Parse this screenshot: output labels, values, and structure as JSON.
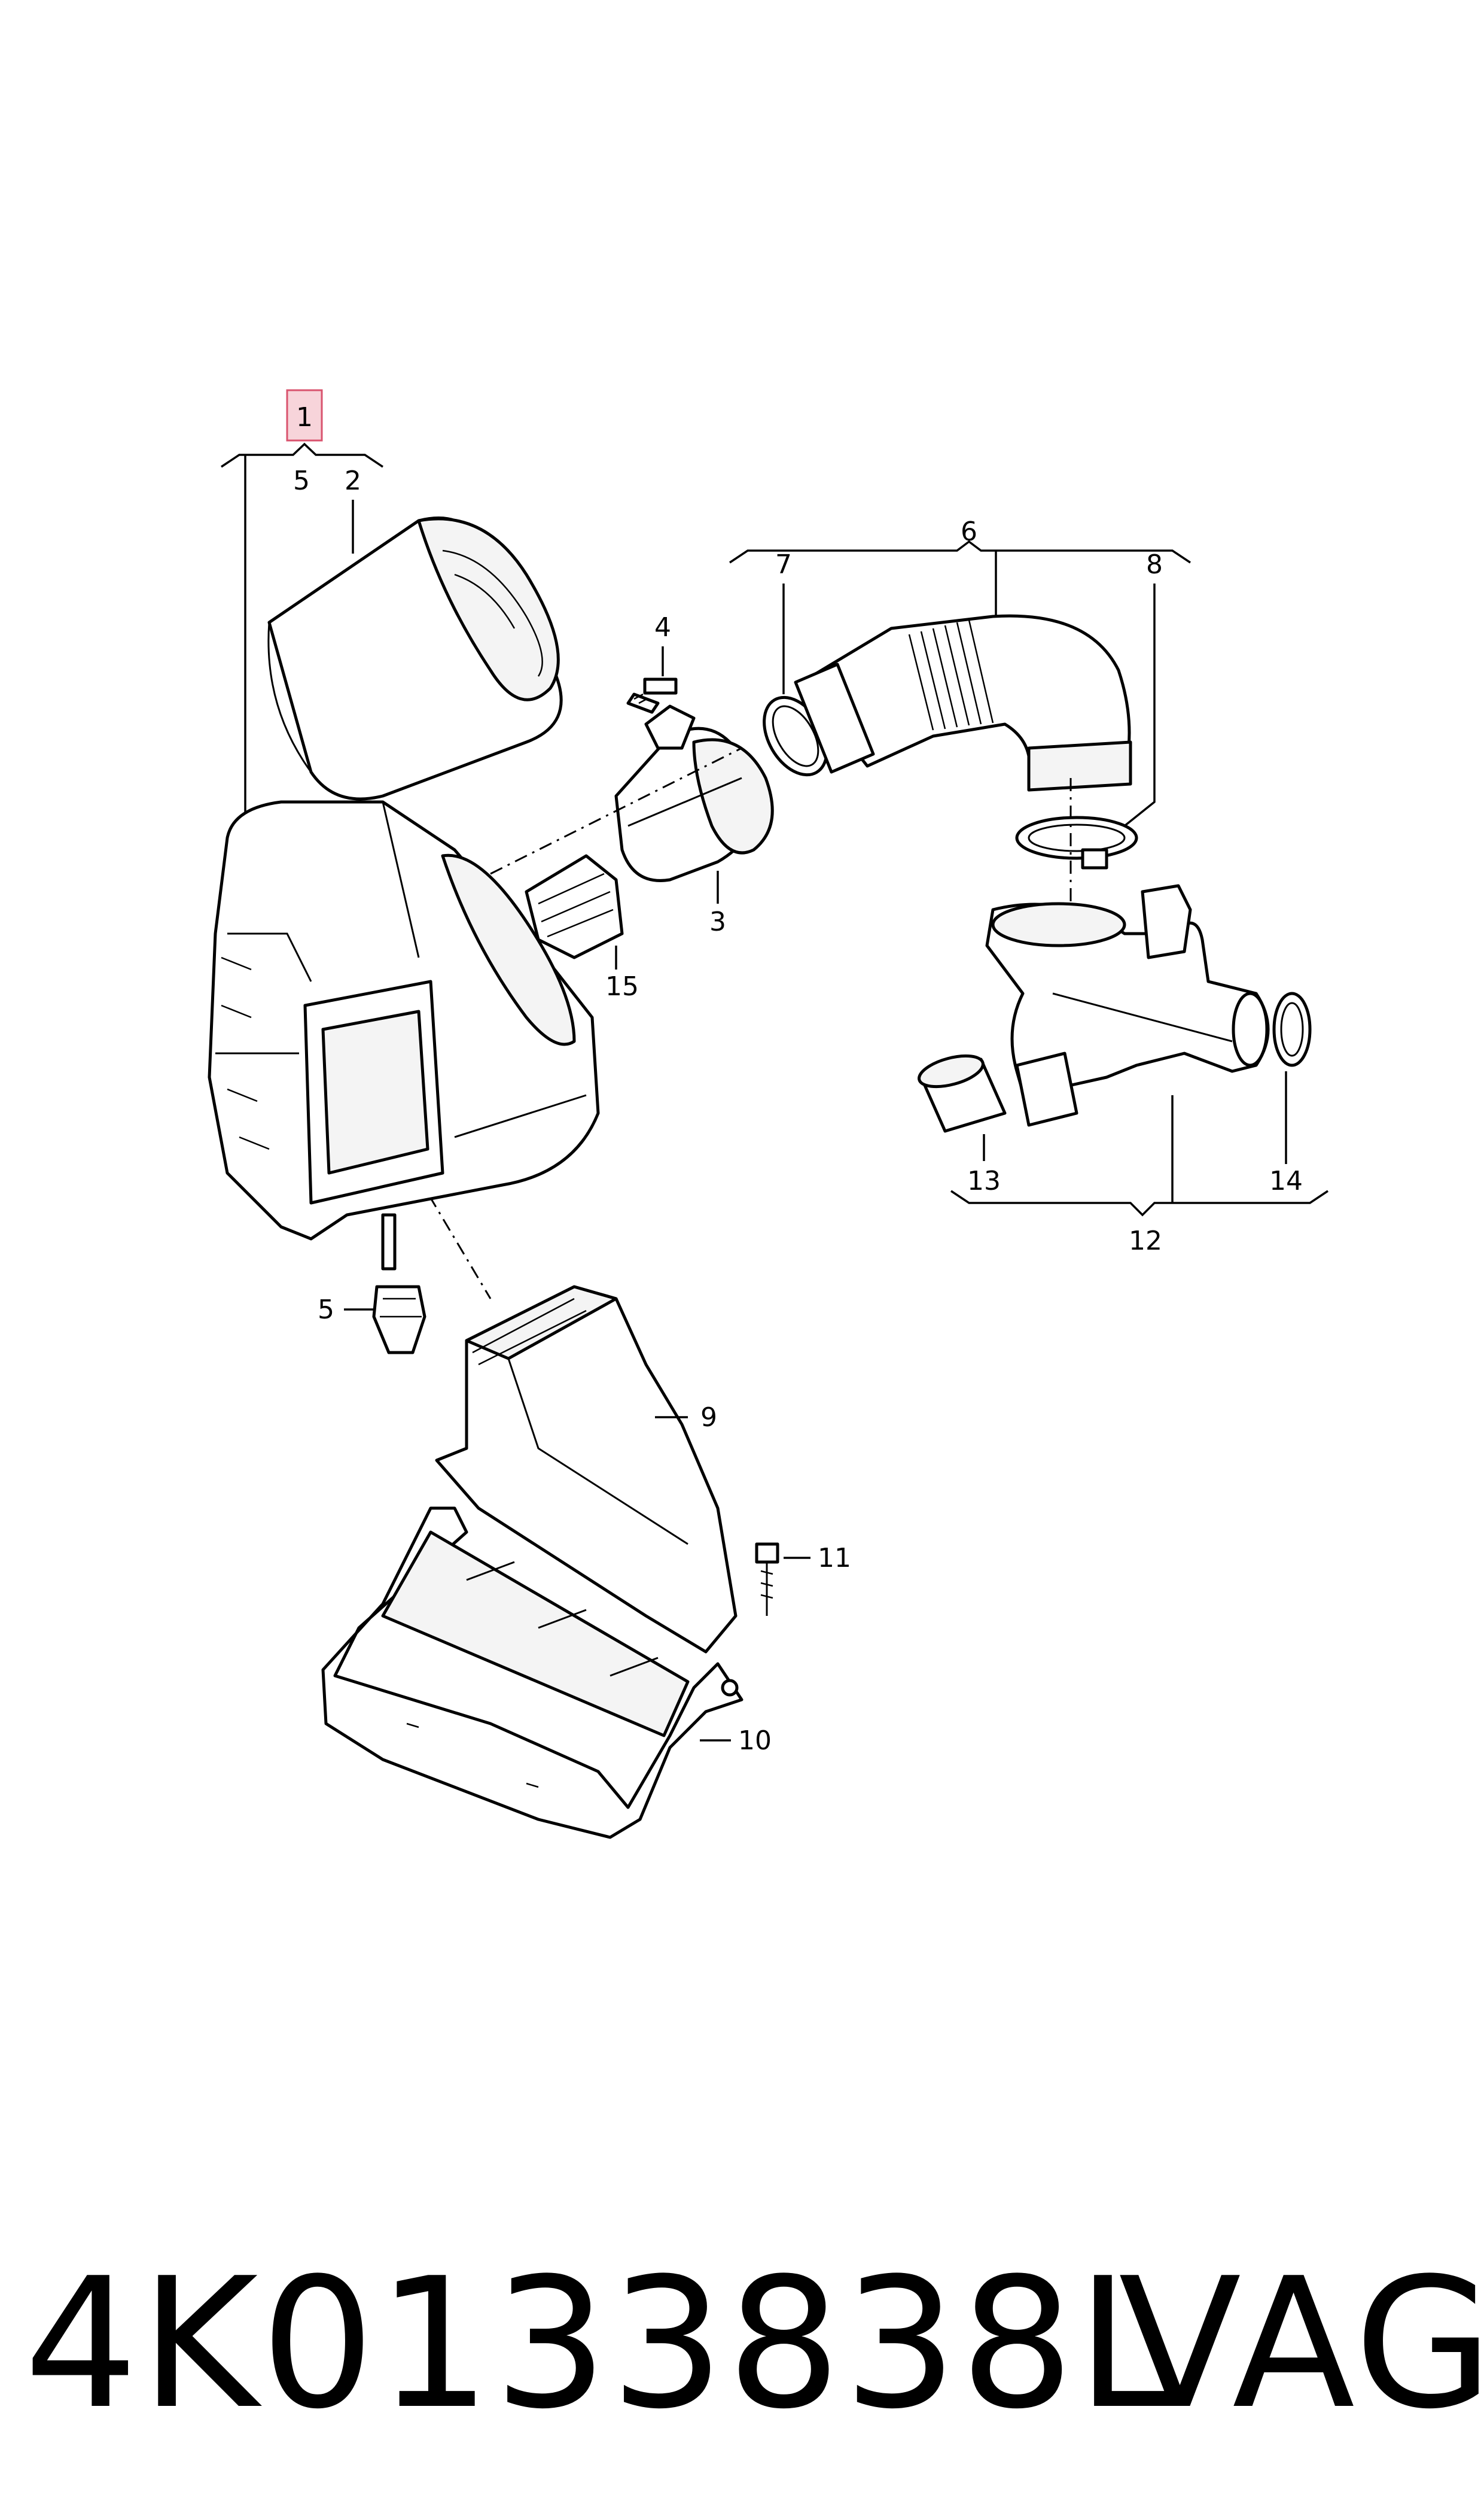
{
  "callouts": {
    "c1": "1",
    "c2": "2",
    "c3": "3",
    "c4": "4",
    "c5_top": "5",
    "c5_side": "5",
    "c6": "6",
    "c7": "7",
    "c8": "8",
    "c9": "9",
    "c10": "10",
    "c11": "11",
    "c12": "12",
    "c13": "13",
    "c14": "14",
    "c15": "15"
  },
  "highlight_color": "#f7d4da",
  "highlight_stroke": "#d9536e",
  "footer": {
    "part_number": "4K0133838L",
    "brand": "VAG"
  }
}
